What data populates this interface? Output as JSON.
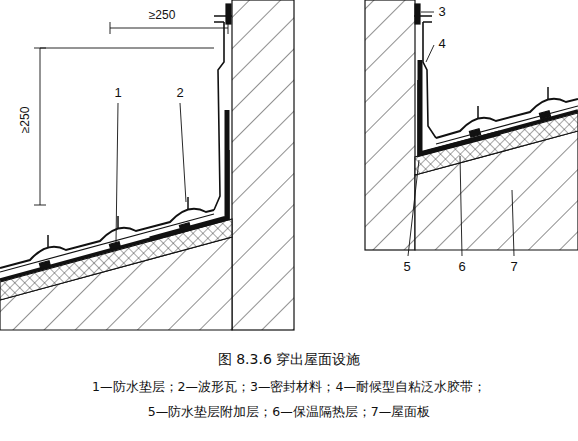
{
  "diagram": {
    "caption": "图 8.3.6  穿出屋面设施",
    "labels": [
      "≥250",
      "≥250",
      "1",
      "2",
      "3",
      "4",
      "5",
      "6",
      "7",
      "1—防水垫层；2—波形瓦；3—密封材料；4—耐候型自粘泛水胶带；",
      "5—防水垫层附加层；6—保温隔热层；7—屋面板"
    ]
  }
}
